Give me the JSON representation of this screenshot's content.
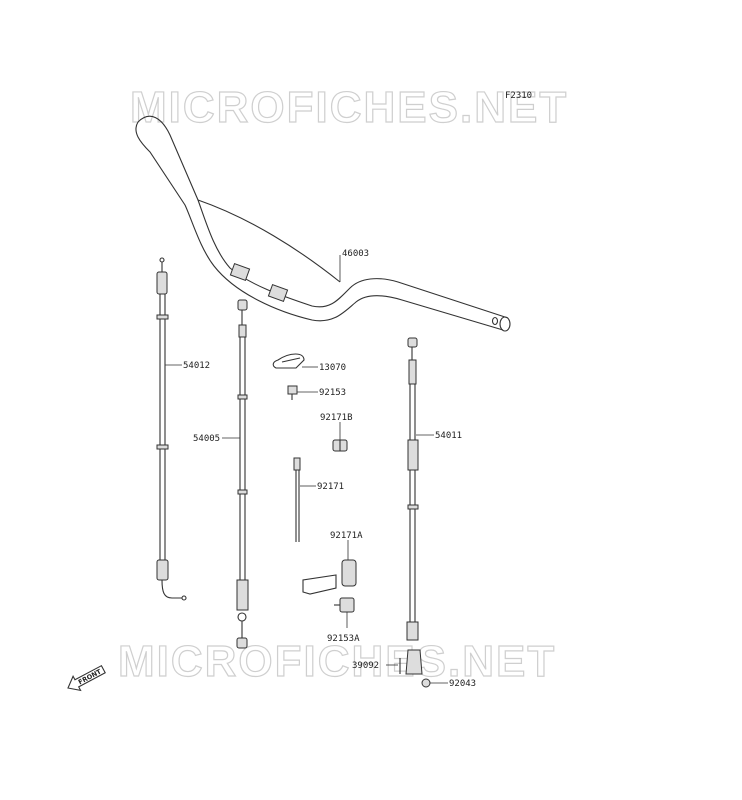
{
  "diagram": {
    "figure_code": "F2310",
    "watermark_text": "MICROFICHES.NET",
    "front_label": "FRONT",
    "labels": {
      "p46003": "46003",
      "p54012": "54012",
      "p13070": "13070",
      "p92153": "92153",
      "p54005": "54005",
      "p92171B": "92171B",
      "p54011": "54011",
      "p92171": "92171",
      "p92171A": "92171A",
      "p92153A": "92153A",
      "p39092": "39092",
      "p92043": "92043"
    }
  }
}
